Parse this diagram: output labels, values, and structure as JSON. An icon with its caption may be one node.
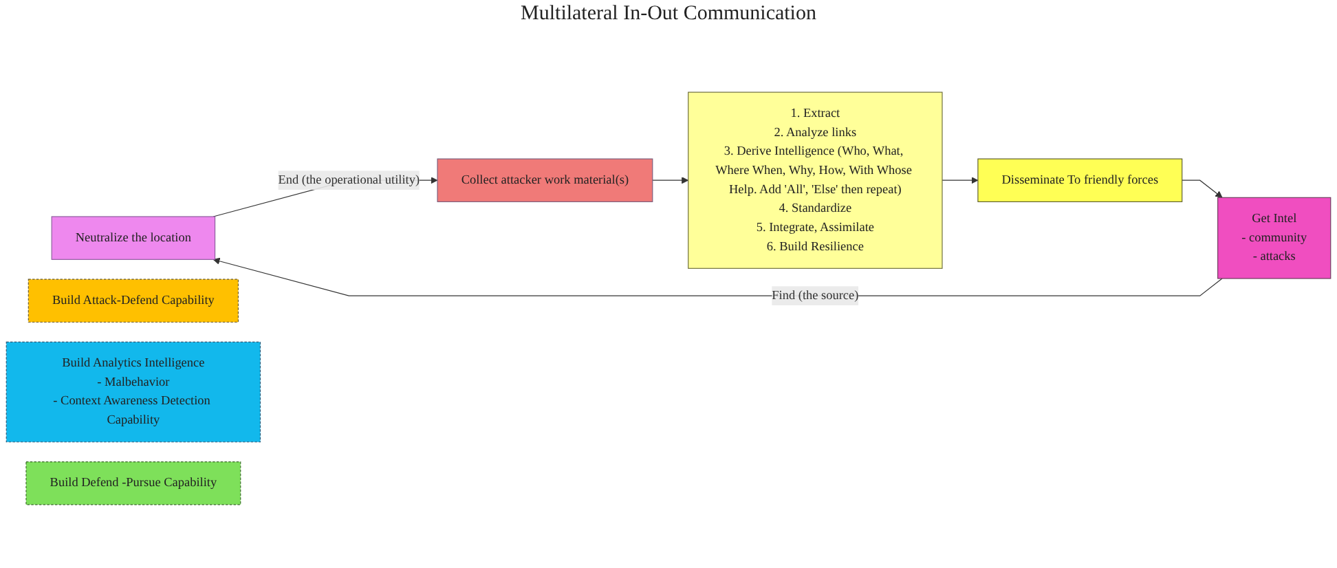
{
  "diagram": {
    "nodes": [
      {
        "text": [
          "Neutralize the location"
        ]
      },
      {
        "text": [
          "Collect attacker work material(s)"
        ]
      },
      {
        "text": [
          "Build Attack-Defend Capability"
        ]
      },
      {
        "text": [
          "Build Analytics Intelligence",
          "- Malbehavior",
          "- Context Awareness Detection Capability"
        ]
      },
      {
        "text": [
          "Get Intel",
          "- community",
          "- attacks"
        ]
      },
      {
        "text": [
          "Disseminate To friendly forces"
        ]
      },
      {
        "text": [
          "1. Extract",
          "2. Analyze links",
          "3. Derive Intelligence (Who, What, Where When, Why, How, With Whose Help. Add 'All', 'Else' then repeat)",
          "4. Standardize",
          "5. Integrate, Assimilate",
          "6. Build Resilience"
        ]
      },
      {
        "text": [
          "Build Defend -Pursue Capability"
        ]
      }
    ],
    "edges": [
      {
        "from": 4,
        "to": 0,
        "arrow": "to",
        "label": "Find (the source)"
      },
      {
        "from": 0,
        "to": 1,
        "arrow": "to",
        "label": "End (the operational utility)"
      },
      {
        "from": 1,
        "to": 6,
        "arrow": "to"
      },
      {
        "from": 6,
        "to": 5,
        "arrow": "to"
      },
      {
        "from": 5,
        "to": 4,
        "arrow": "to"
      }
    ],
    "labels": [
      "Multilateral In-Out Communication"
    ]
  }
}
